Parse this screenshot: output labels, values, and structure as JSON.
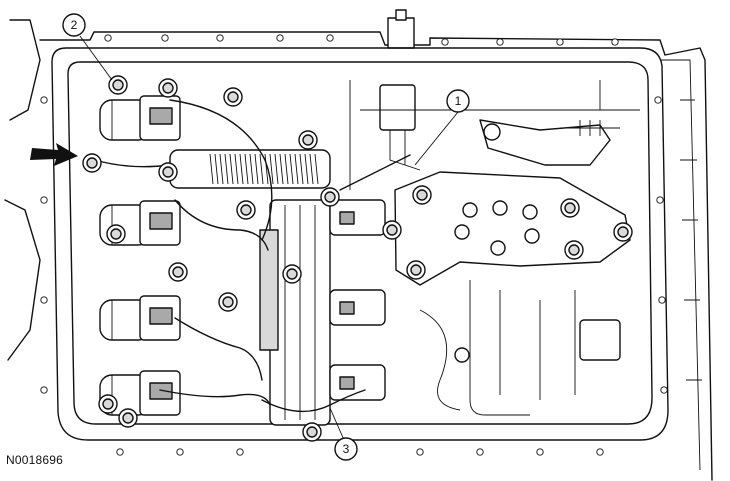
{
  "figure": {
    "id_label": "N0018696",
    "callouts": [
      {
        "num": "1"
      },
      {
        "num": "2"
      },
      {
        "num": "3"
      }
    ]
  },
  "colors": {
    "ink": "#111111",
    "shade": "#d9d9d9",
    "dark_shade": "#a9a9a9",
    "background": "#ffffff"
  }
}
